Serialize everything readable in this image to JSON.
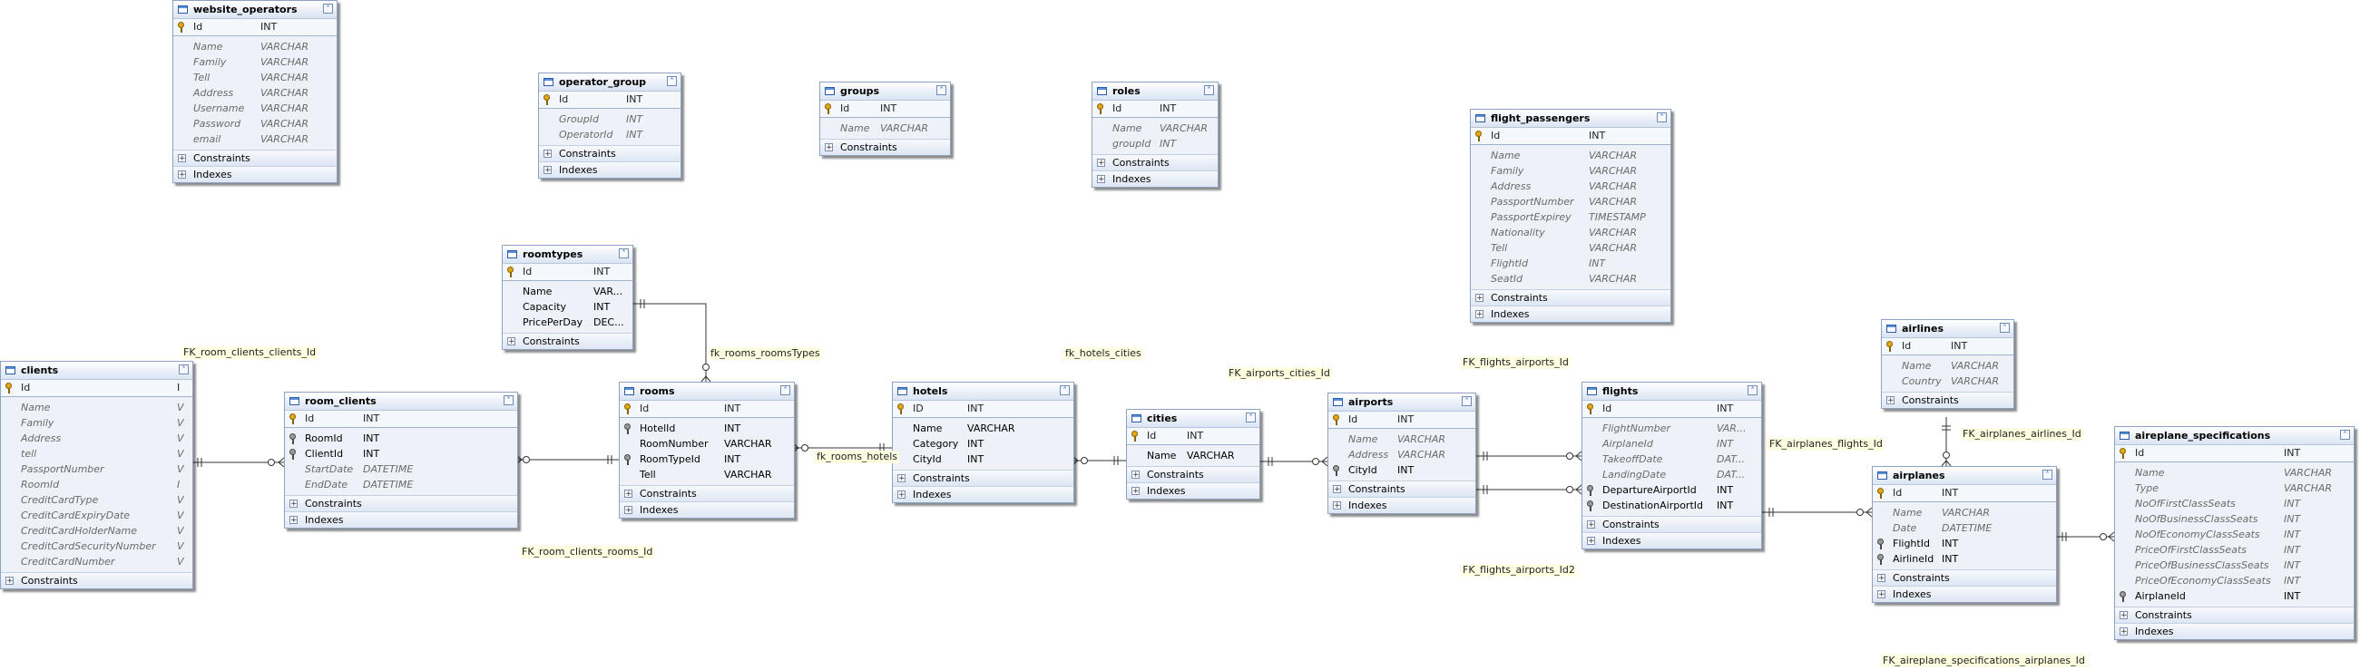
{
  "tables": [
    {
      "name": "website_operators",
      "pk": {
        "name": "Id",
        "type": "INT"
      },
      "fields": [
        {
          "name": "Name",
          "type": "VARCHAR",
          "nullable": true
        },
        {
          "name": "Family",
          "type": "VARCHAR",
          "nullable": true
        },
        {
          "name": "Tell",
          "type": "VARCHAR",
          "nullable": true
        },
        {
          "name": "Address",
          "type": "VARCHAR",
          "nullable": true
        },
        {
          "name": "Username",
          "type": "VARCHAR",
          "nullable": true
        },
        {
          "name": "Password",
          "type": "VARCHAR",
          "nullable": true
        },
        {
          "name": "email",
          "type": "VARCHAR",
          "nullable": true
        }
      ],
      "sections": [
        "Constraints",
        "Indexes"
      ]
    },
    {
      "name": "operator_group",
      "pk": {
        "name": "Id",
        "type": "INT"
      },
      "fields": [
        {
          "name": "GroupId",
          "type": "INT",
          "nullable": true
        },
        {
          "name": "OperatorId",
          "type": "INT",
          "nullable": true
        }
      ],
      "sections": [
        "Constraints",
        "Indexes"
      ]
    },
    {
      "name": "groups",
      "pk": {
        "name": "Id",
        "type": "INT"
      },
      "fields": [
        {
          "name": "Name",
          "type": "VARCHAR",
          "nullable": true
        }
      ],
      "sections": [
        "Constraints"
      ]
    },
    {
      "name": "roles",
      "pk": {
        "name": "Id",
        "type": "INT"
      },
      "fields": [
        {
          "name": "Name",
          "type": "VARCHAR",
          "nullable": true
        },
        {
          "name": "groupId",
          "type": "INT",
          "nullable": true
        }
      ],
      "sections": [
        "Constraints",
        "Indexes"
      ]
    },
    {
      "name": "flight_passengers",
      "pk": {
        "name": "Id",
        "type": "INT"
      },
      "fields": [
        {
          "name": "Name",
          "type": "VARCHAR",
          "nullable": true
        },
        {
          "name": "Family",
          "type": "VARCHAR",
          "nullable": true
        },
        {
          "name": "Address",
          "type": "VARCHAR",
          "nullable": true
        },
        {
          "name": "PassportNumber",
          "type": "VARCHAR",
          "nullable": true
        },
        {
          "name": "PassportExpirey",
          "type": "TIMESTAMP",
          "nullable": true
        },
        {
          "name": "Nationality",
          "type": "VARCHAR",
          "nullable": true
        },
        {
          "name": "Tell",
          "type": "VARCHAR",
          "nullable": true
        },
        {
          "name": "FlightId",
          "type": "INT",
          "nullable": true
        },
        {
          "name": "SeatId",
          "type": "VARCHAR",
          "nullable": true
        }
      ],
      "sections": [
        "Constraints",
        "Indexes"
      ]
    },
    {
      "name": "roomtypes",
      "pk": {
        "name": "Id",
        "type": "INT"
      },
      "fields": [
        {
          "name": "Name",
          "type": "VAR...",
          "nullable": false
        },
        {
          "name": "Capacity",
          "type": "INT",
          "nullable": false
        },
        {
          "name": "PricePerDay",
          "type": "DEC...",
          "nullable": false
        }
      ],
      "sections": [
        "Constraints"
      ]
    },
    {
      "name": "clients",
      "pk": {
        "name": "Id",
        "type": "I"
      },
      "fields": [
        {
          "name": "Name",
          "type": "V",
          "nullable": true
        },
        {
          "name": "Family",
          "type": "V",
          "nullable": true
        },
        {
          "name": "Address",
          "type": "V",
          "nullable": true
        },
        {
          "name": "tell",
          "type": "V",
          "nullable": true
        },
        {
          "name": "PassportNumber",
          "type": "V",
          "nullable": true
        },
        {
          "name": "RoomId",
          "type": "I",
          "nullable": true
        },
        {
          "name": "CreditCardType",
          "type": "V",
          "nullable": true
        },
        {
          "name": "CreditCardExpiryDate",
          "type": "V",
          "nullable": true
        },
        {
          "name": "CreditCardHolderName",
          "type": "V",
          "nullable": true
        },
        {
          "name": "CreditCardSecurityNumber",
          "type": "V",
          "nullable": true
        },
        {
          "name": "CreditCardNumber",
          "type": "V",
          "nullable": true
        }
      ],
      "sections": [
        "Constraints"
      ]
    },
    {
      "name": "room_clients",
      "pk": {
        "name": "Id",
        "type": "INT"
      },
      "fields": [
        {
          "name": "RoomId",
          "type": "INT",
          "nullable": false,
          "fk": true
        },
        {
          "name": "ClientId",
          "type": "INT",
          "nullable": false,
          "fk": true
        },
        {
          "name": "StartDate",
          "type": "DATETIME",
          "nullable": true
        },
        {
          "name": "EndDate",
          "type": "DATETIME",
          "nullable": true
        }
      ],
      "sections": [
        "Constraints",
        "Indexes"
      ]
    },
    {
      "name": "rooms",
      "pk": {
        "name": "Id",
        "type": "INT"
      },
      "fields": [
        {
          "name": "HotelId",
          "type": "INT",
          "nullable": false,
          "fk": true
        },
        {
          "name": "RoomNumber",
          "type": "VARCHAR",
          "nullable": false
        },
        {
          "name": "RoomTypeId",
          "type": "INT",
          "nullable": false,
          "fk": true
        },
        {
          "name": "Tell",
          "type": "VARCHAR",
          "nullable": false
        }
      ],
      "sections": [
        "Constraints",
        "Indexes"
      ]
    },
    {
      "name": "hotels",
      "pk": {
        "name": "ID",
        "type": "INT"
      },
      "fields": [
        {
          "name": "Name",
          "type": "VARCHAR",
          "nullable": false
        },
        {
          "name": "Category",
          "type": "INT",
          "nullable": false
        },
        {
          "name": "CityId",
          "type": "INT",
          "nullable": false
        }
      ],
      "sections": [
        "Constraints",
        "Indexes"
      ]
    },
    {
      "name": "cities",
      "pk": {
        "name": "Id",
        "type": "INT"
      },
      "fields": [
        {
          "name": "Name",
          "type": "VARCHAR",
          "nullable": false
        }
      ],
      "sections": [
        "Constraints",
        "Indexes"
      ]
    },
    {
      "name": "airports",
      "pk": {
        "name": "Id",
        "type": "INT"
      },
      "fields": [
        {
          "name": "Name",
          "type": "VARCHAR",
          "nullable": true
        },
        {
          "name": "Address",
          "type": "VARCHAR",
          "nullable": true
        },
        {
          "name": "CityId",
          "type": "INT",
          "nullable": false,
          "fk": true
        }
      ],
      "sections": [
        "Constraints",
        "Indexes"
      ]
    },
    {
      "name": "flights",
      "pk": {
        "name": "Id",
        "type": "INT"
      },
      "fields": [
        {
          "name": "FlightNumber",
          "type": "VAR...",
          "nullable": true
        },
        {
          "name": "AirplaneId",
          "type": "INT",
          "nullable": true
        },
        {
          "name": "TakeoffDate",
          "type": "DAT...",
          "nullable": true
        },
        {
          "name": "LandingDate",
          "type": "DAT...",
          "nullable": true
        },
        {
          "name": "DepartureAirportId",
          "type": "INT",
          "nullable": false,
          "fk": true
        },
        {
          "name": "DestinationAirportId",
          "type": "INT",
          "nullable": false,
          "fk": true
        }
      ],
      "sections": [
        "Constraints",
        "Indexes"
      ]
    },
    {
      "name": "airlines",
      "pk": {
        "name": "Id",
        "type": "INT"
      },
      "fields": [
        {
          "name": "Name",
          "type": "VARCHAR",
          "nullable": true
        },
        {
          "name": "Country",
          "type": "VARCHAR",
          "nullable": true
        }
      ],
      "sections": [
        "Constraints"
      ]
    },
    {
      "name": "airplanes",
      "pk": {
        "name": "Id",
        "type": "INT"
      },
      "fields": [
        {
          "name": "Name",
          "type": "VARCHAR",
          "nullable": true
        },
        {
          "name": "Date",
          "type": "DATETIME",
          "nullable": true
        },
        {
          "name": "FlightId",
          "type": "INT",
          "nullable": false,
          "fk": true
        },
        {
          "name": "AirlineId",
          "type": "INT",
          "nullable": false,
          "fk": true
        }
      ],
      "sections": [
        "Constraints",
        "Indexes"
      ]
    },
    {
      "name": "aireplane_specifications",
      "pk": {
        "name": "Id",
        "type": "INT"
      },
      "fields": [
        {
          "name": "Name",
          "type": "VARCHAR",
          "nullable": true
        },
        {
          "name": "Type",
          "type": "VARCHAR",
          "nullable": true
        },
        {
          "name": "NoOfFirstClassSeats",
          "type": "INT",
          "nullable": true
        },
        {
          "name": "NoOfBusinessClassSeats",
          "type": "INT",
          "nullable": true
        },
        {
          "name": "NoOfEconomyClassSeats",
          "type": "INT",
          "nullable": true
        },
        {
          "name": "PriceOfFirstClassSeats",
          "type": "INT",
          "nullable": true
        },
        {
          "name": "PriceOfBusinessClassSeats",
          "type": "INT",
          "nullable": true
        },
        {
          "name": "PriceOfEconomyClassSeats",
          "type": "INT",
          "nullable": true
        },
        {
          "name": "AirplaneId",
          "type": "INT",
          "nullable": false,
          "fk": true
        }
      ],
      "sections": [
        "Constraints",
        "Indexes"
      ]
    }
  ],
  "relationships": [
    "FK_room_clients_clients_Id",
    "fk_rooms_roomsTypes",
    "fk_hotels_cities",
    "FK_airports_cities_Id",
    "FK_flights_airports_Id",
    "FK_airplanes_flights_Id",
    "FK_airplanes_airlines_Id",
    "fk_rooms_hotels",
    "FK_room_clients_rooms_Id",
    "FK_flights_airports_Id2",
    "FK_aireplane_specifications_airplanes_Id"
  ]
}
